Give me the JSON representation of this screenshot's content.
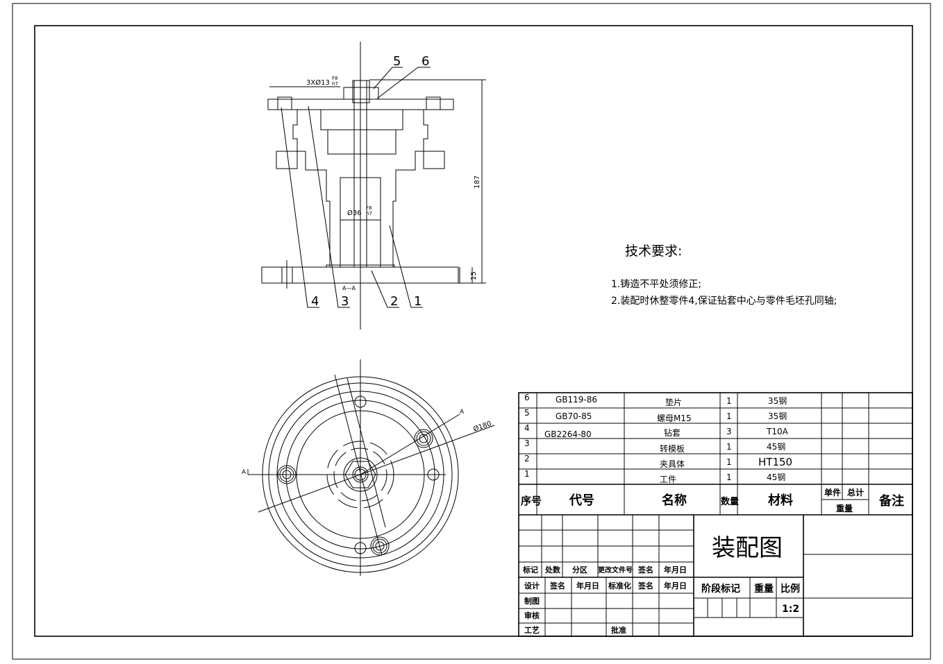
{
  "drawing": {
    "title": "装配图",
    "scale": "1:2",
    "section_label": "A—A",
    "section_marker": "A",
    "dimensions": {
      "hole": "3XØ13",
      "hole_fit_upper": "F8",
      "hole_fit_lower": "h7",
      "bore": "Ø36",
      "bore_fit_upper": "F8",
      "bore_fit_lower": "h7",
      "height": "187",
      "base_thickness": "15",
      "diameter": "Ø180"
    },
    "balloons": [
      "1",
      "2",
      "3",
      "4",
      "5",
      "6"
    ]
  },
  "tech_requirements": {
    "heading": "技术要求:",
    "items": [
      "1.铸造不平处须修正;",
      "2.装配时休整零件4,保证钻套中心与零件毛坯孔同轴;"
    ]
  },
  "bom": {
    "headers": {
      "seq": "序号",
      "code": "代号",
      "name": "名称",
      "qty": "数量",
      "material": "材料",
      "unit": "单件",
      "total": "总计",
      "weight": "重量",
      "remark": "备注"
    },
    "rows": [
      {
        "seq": "6",
        "code": "GB119-86",
        "name": "垫片",
        "qty": "1",
        "material": "35钢"
      },
      {
        "seq": "5",
        "code": "GB70-85",
        "name": "螺母M15",
        "qty": "1",
        "material": "35钢"
      },
      {
        "seq": "4",
        "code": "GB2264-80",
        "name": "钻套",
        "qty": "3",
        "material": "T10A"
      },
      {
        "seq": "3",
        "code": "",
        "name": "转模板",
        "qty": "1",
        "material": "45钢"
      },
      {
        "seq": "2",
        "code": "",
        "name": "夹具体",
        "qty": "1",
        "material": "HT150"
      },
      {
        "seq": "1",
        "code": "",
        "name": "工件",
        "qty": "1",
        "material": "45钢"
      }
    ]
  },
  "title_block": {
    "rev_headers": [
      "标记",
      "处数",
      "分区",
      "更改文件号",
      "签名",
      "年月日"
    ],
    "sign_headers": [
      "设计",
      "签名",
      "年月日",
      "标准化",
      "签名",
      "年月日"
    ],
    "roles": [
      "制图",
      "审核",
      "工艺"
    ],
    "approve": "批准",
    "stage": "阶段标记",
    "weight": "重量",
    "ratio": "比例"
  }
}
